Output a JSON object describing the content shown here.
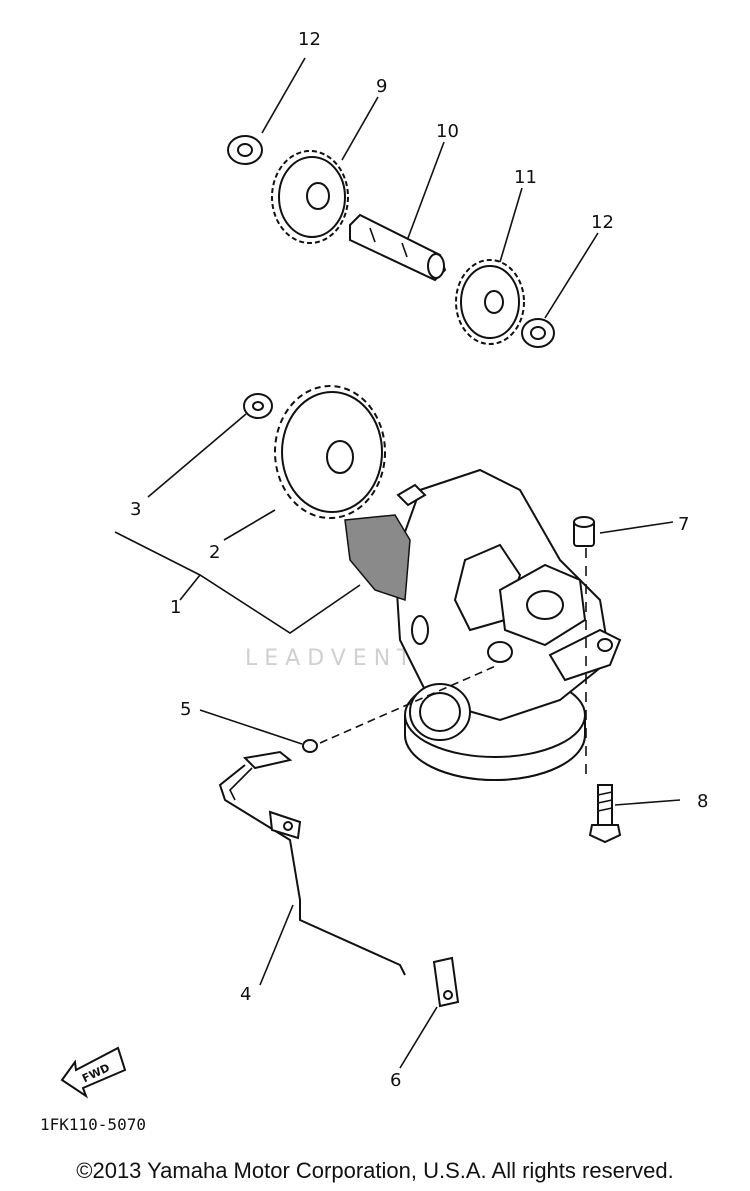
{
  "callouts": {
    "c1": "1",
    "c2": "2",
    "c3": "3",
    "c4": "4",
    "c5": "5",
    "c6": "6",
    "c7": "7",
    "c8": "8",
    "c9": "9",
    "c10": "10",
    "c11": "11",
    "c12a": "12",
    "c12b": "12"
  },
  "part_code": "1FK110-5070",
  "fwd_label": "FWD",
  "watermark": "LEADVENTURE",
  "copyright": "©2013 Yamaha Motor Corporation, U.S.A. All rights reserved."
}
